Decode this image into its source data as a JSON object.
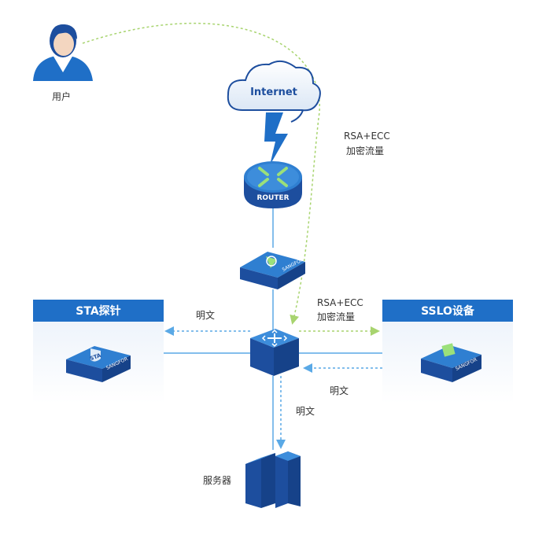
{
  "nodes": {
    "user": "用户",
    "internet": "Internet",
    "router": "ROUTER",
    "sta": "STA探针",
    "sslo": "SSLO设备",
    "server": "服务器",
    "device_brand": "SANGFOR",
    "sta_badge": "STA"
  },
  "edges": {
    "encrypted_1": [
      "RSA+ECC",
      "加密流量"
    ],
    "encrypted_2": [
      "RSA+ECC",
      "加密流量"
    ],
    "plain_to_sta": "明文",
    "plain_from_sslo": "明文",
    "plain_to_server": "明文"
  },
  "colors": {
    "blue": "#1f6fc7",
    "dark_blue": "#1d4e9e",
    "light_blue": "#5aa9e6",
    "green_dashed": "#a8d46f",
    "panel_bg": "#eaf1fa"
  }
}
